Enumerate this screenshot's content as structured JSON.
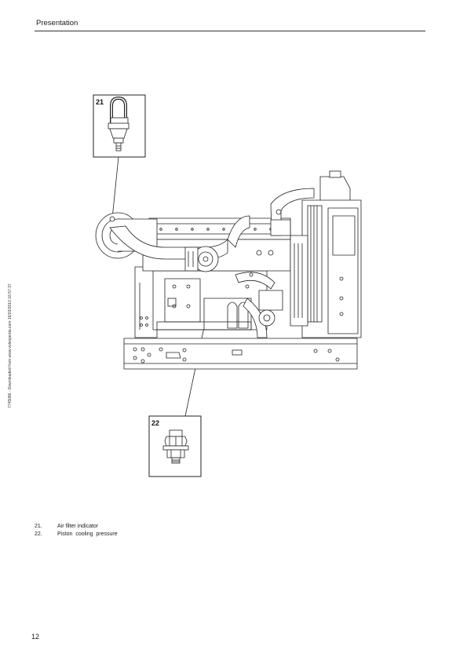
{
  "header": {
    "title": "Presentation"
  },
  "side_note": "7745086 - Downloaded from www.volvopenta.com 16/03/2010 16:57:37",
  "figure": {
    "callouts": [
      {
        "number": "21"
      },
      {
        "number": "22"
      }
    ]
  },
  "legend": [
    {
      "number": "21.",
      "label": "Air filter indicator"
    },
    {
      "number": "22.",
      "label": "Piston  cooling  pressure"
    }
  ],
  "page_number": "12"
}
